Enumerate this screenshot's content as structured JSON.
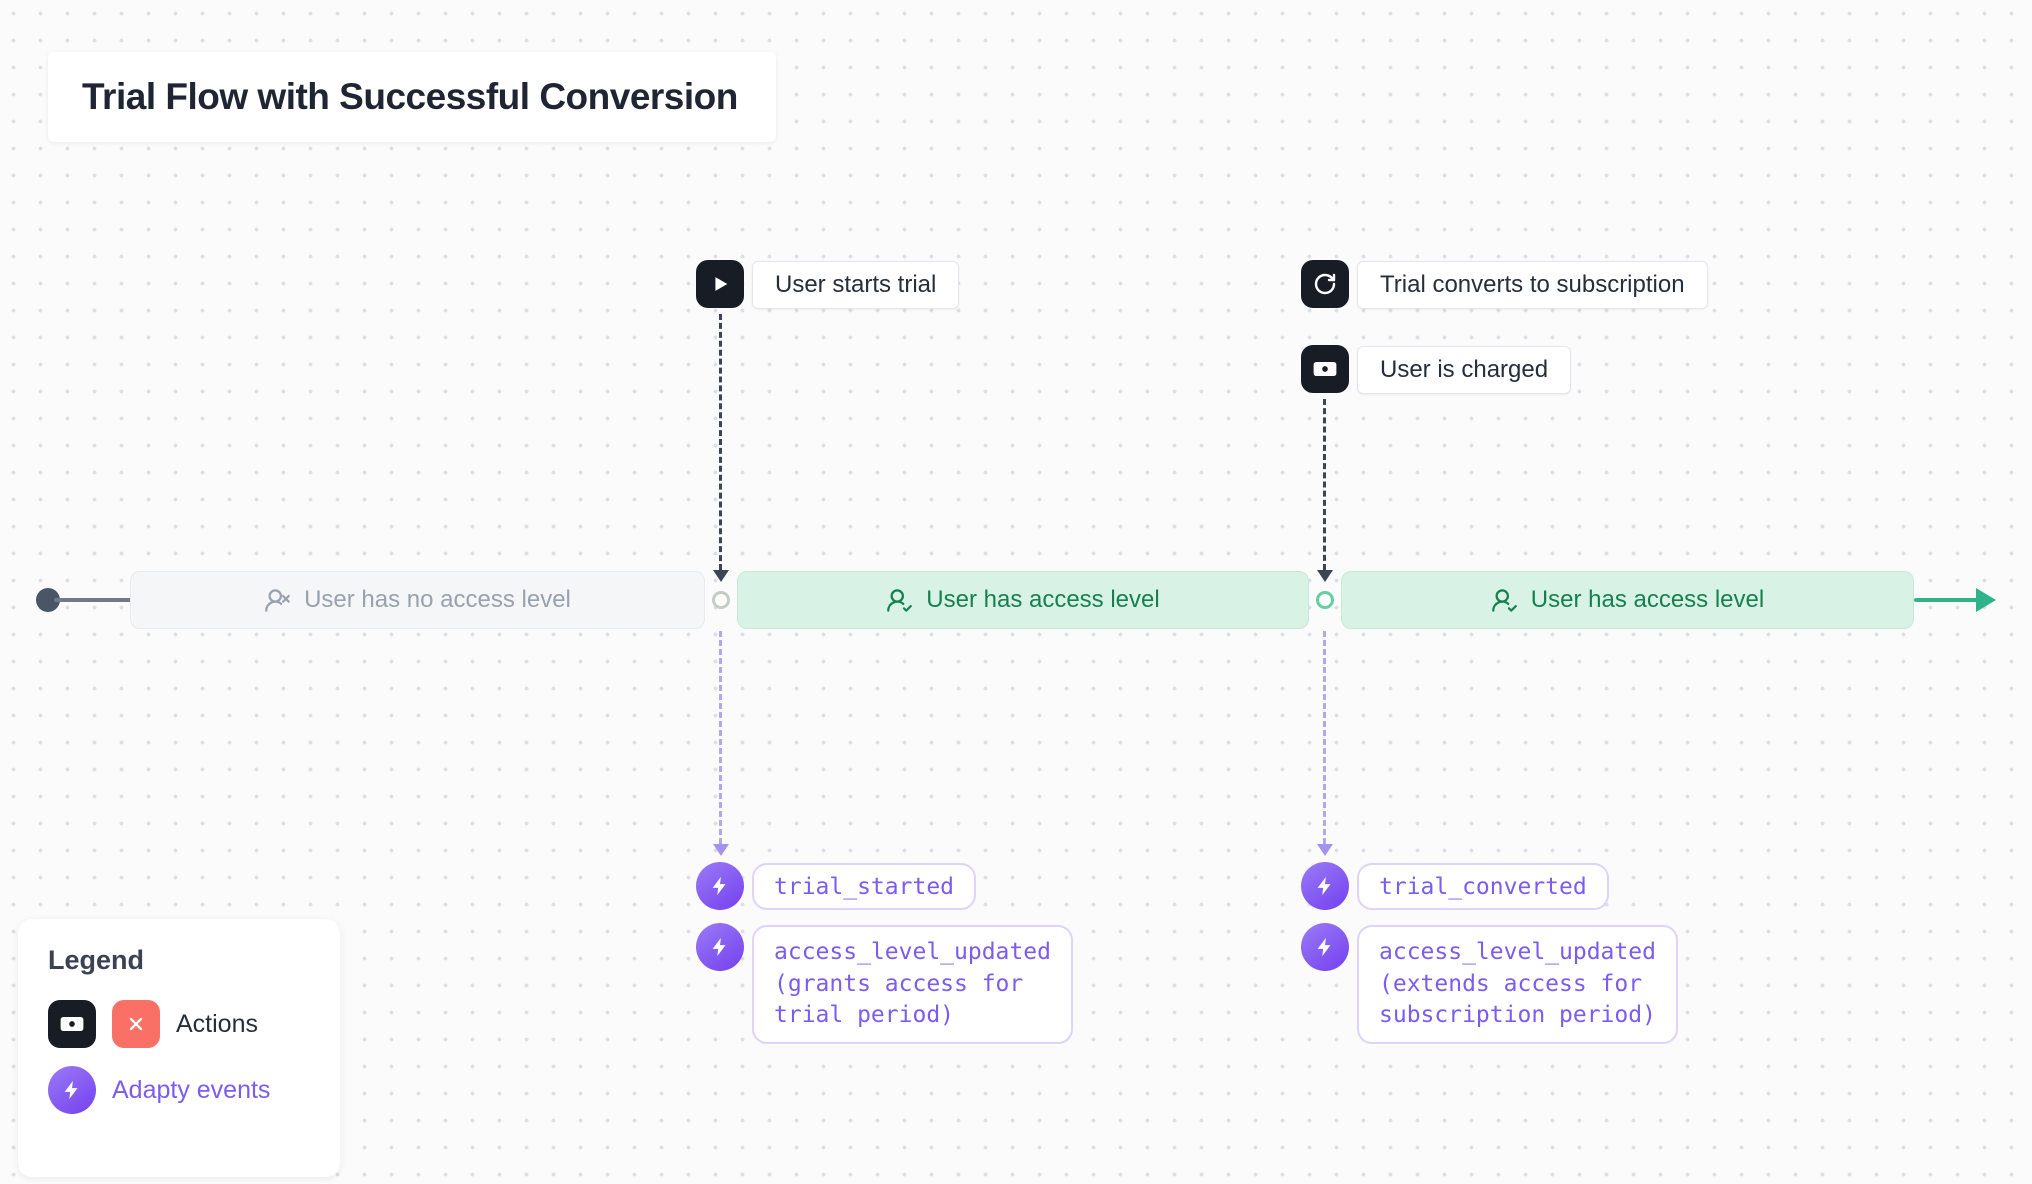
{
  "title": "Trial Flow with Successful Conversion",
  "colors": {
    "green_accent": "#2eb488",
    "purple_accent": "#7c5cf0",
    "action_black": "#181c24",
    "action_red": "#f97066",
    "state_active_bg": "#d9f2e6",
    "state_active_text": "#17804f",
    "state_none_text": "#98a1b0"
  },
  "timeline": {
    "states": [
      {
        "label": "User has no access level",
        "icon": "user-x-icon",
        "status": "no-access"
      },
      {
        "label": "User has access level",
        "icon": "user-check-icon",
        "status": "active"
      },
      {
        "label": "User has access level",
        "icon": "user-check-icon",
        "status": "active"
      }
    ]
  },
  "action_events": [
    {
      "icon": "play-icon",
      "label": "User starts trial"
    },
    {
      "icon": "refresh-icon",
      "label": "Trial converts to subscription"
    },
    {
      "icon": "banknote-icon",
      "label": "User is charged"
    }
  ],
  "adapty_events": [
    {
      "icon": "bolt-icon",
      "label": "trial_started"
    },
    {
      "icon": "bolt-icon",
      "label": "access_level_updated (grants access for trial period)"
    },
    {
      "icon": "bolt-icon",
      "label": "trial_converted"
    },
    {
      "icon": "bolt-icon",
      "label": "access_level_updated (extends access for subscription period)"
    }
  ],
  "legend": {
    "heading": "Legend",
    "items": [
      {
        "label": "Actions"
      },
      {
        "label": "Adapty events"
      }
    ]
  }
}
